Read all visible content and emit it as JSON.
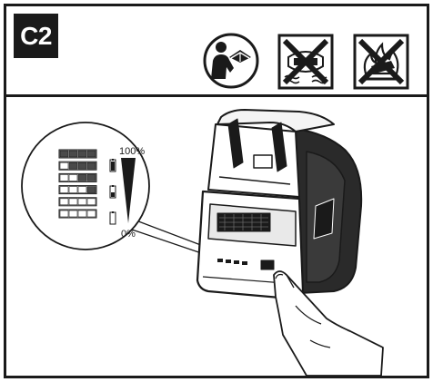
{
  "step_label": "C2",
  "header": {
    "icons": [
      "read-manual-icon",
      "no-water-icon",
      "no-fire-icon"
    ]
  },
  "charge_indicator": {
    "top_label": "100%",
    "bottom_label": "0%",
    "levels_lit": [
      4,
      3,
      2,
      1,
      0,
      0
    ],
    "segments_per_level": 4
  },
  "colors": {
    "ink": "#1a1a1a",
    "paper": "#ffffff",
    "segment_lit": "#4a4a4a"
  }
}
